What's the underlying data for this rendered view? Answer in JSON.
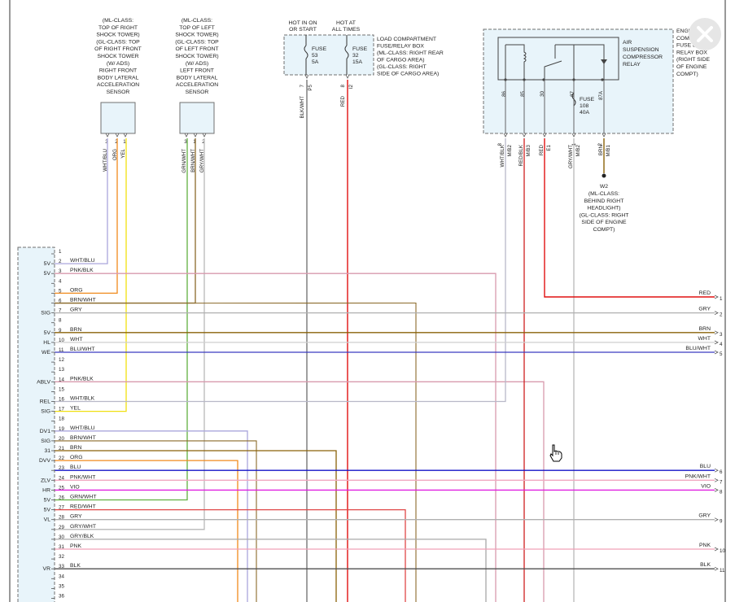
{
  "sensors": [
    {
      "lines": [
        "(ML-CLASS:",
        "TOP OF RIGHT",
        "SHOCK TOWER)",
        "(GL-CLASS: TOP",
        "OF RIGHT FRONT",
        "SHOCK TOWER",
        "(W/ ADS)",
        "RIGHT FRONT",
        "BODY LATERAL",
        "ACCELERATION",
        "SENSOR"
      ],
      "pins": [
        "3",
        "2",
        "1"
      ],
      "wires": [
        "WHT/BLU",
        "ORG",
        "YEL"
      ]
    },
    {
      "lines": [
        "(ML-CLASS:",
        "TOP OF LEFT",
        "SHOCK TOWER)",
        "(GL-CLASS: TOP",
        "OF LEFT FRONT",
        "SHOCK TOWER)",
        "(W/ ADS)",
        "LEFT FRONT",
        "BODY LATERAL",
        "ACCELERATION",
        "SENSOR"
      ],
      "pins": [
        "3",
        "1",
        "2"
      ],
      "wires": [
        "GRN/WHT",
        "BRN/WHT",
        "GRY/WHT"
      ]
    }
  ],
  "fusebox": {
    "hot_run": [
      "HOT IN ON",
      "OR START"
    ],
    "hot_all": [
      "HOT AT",
      "ALL TIMES"
    ],
    "fuse_a": [
      "FUSE",
      "53",
      "5A"
    ],
    "fuse_b": [
      "FUSE",
      "32",
      "15A"
    ],
    "description": [
      "LOAD COMPARTMENT",
      "FUSE/RELAY BOX",
      "(ML-CLASS: RIGHT REAR",
      "OF CARGO AREA)",
      "(GL-CLASS: RIGHT",
      "SIDE OF CARGO AREA)"
    ],
    "pins": [
      "7",
      "8"
    ],
    "pin_ids": [
      "P5",
      "I2"
    ],
    "wires": [
      "BLK/WHT",
      "RED"
    ]
  },
  "relaybox": {
    "relay": [
      "AIR",
      "SUSPENSION",
      "COMPRESSOR",
      "RELAY"
    ],
    "box": [
      "ENGINE",
      "COMPARTMENT",
      "FUSE &",
      "RELAY BOX",
      "(RIGHT SIDE",
      "OF ENGINE",
      "COMPT)"
    ],
    "terminals": [
      "86",
      "85",
      "30",
      "87",
      "87A"
    ],
    "fuse": [
      "FUSE",
      "108",
      "40A"
    ],
    "pins": [
      "8",
      "",
      "",
      "",
      "1",
      "2"
    ],
    "pin_ids": [
      "M/B2",
      "M/B3",
      "E1",
      "M/B2",
      "M/B1"
    ],
    "wires": [
      "WHT/BLK",
      "RED/BLK",
      "RED",
      "GRY/WHT",
      "BRN"
    ]
  },
  "ground": {
    "id": "W2",
    "lines": [
      "(ML-CLASS:",
      "BEHIND RIGHT",
      "HEADLIGHT)",
      "(GL-CLASS: RIGHT",
      "SIDE OF ENGINE",
      "COMPT)"
    ]
  },
  "module": {
    "rows": [
      {
        "pin": "1",
        "func": "",
        "wire": ""
      },
      {
        "pin": "2",
        "func": "5V",
        "wire": "WHT/BLU"
      },
      {
        "pin": "3",
        "func": "5V",
        "wire": "PNK/BLK"
      },
      {
        "pin": "4",
        "func": "",
        "wire": ""
      },
      {
        "pin": "5",
        "func": "",
        "wire": "ORG"
      },
      {
        "pin": "6",
        "func": "",
        "wire": "BRN/WHT"
      },
      {
        "pin": "7",
        "func": "SIG",
        "wire": "GRY"
      },
      {
        "pin": "8",
        "func": "",
        "wire": ""
      },
      {
        "pin": "9",
        "func": "5V",
        "wire": "BRN"
      },
      {
        "pin": "10",
        "func": "HL",
        "wire": "WHT"
      },
      {
        "pin": "11",
        "func": "WE",
        "wire": "BLU/WHT"
      },
      {
        "pin": "12",
        "func": "",
        "wire": ""
      },
      {
        "pin": "13",
        "func": "",
        "wire": ""
      },
      {
        "pin": "14",
        "func": "ABLV",
        "wire": "PNK/BLK"
      },
      {
        "pin": "15",
        "func": "",
        "wire": ""
      },
      {
        "pin": "16",
        "func": "REL",
        "wire": "WHT/BLK"
      },
      {
        "pin": "17",
        "func": "SIG",
        "wire": "YEL"
      },
      {
        "pin": "18",
        "func": "",
        "wire": ""
      },
      {
        "pin": "19",
        "func": "DV1",
        "wire": "WHT/BLU"
      },
      {
        "pin": "20",
        "func": "SIG",
        "wire": "BRN/WHT"
      },
      {
        "pin": "21",
        "func": "31",
        "wire": "BRN"
      },
      {
        "pin": "22",
        "func": "DVV",
        "wire": "ORG"
      },
      {
        "pin": "23",
        "func": "",
        "wire": "BLU"
      },
      {
        "pin": "24",
        "func": "ZLV",
        "wire": "PNK/WHT"
      },
      {
        "pin": "25",
        "func": "HR",
        "wire": "VIO"
      },
      {
        "pin": "26",
        "func": "5V",
        "wire": "GRN/WHT"
      },
      {
        "pin": "27",
        "func": "5V",
        "wire": "RED/WHT"
      },
      {
        "pin": "28",
        "func": "VL",
        "wire": "GRY"
      },
      {
        "pin": "29",
        "func": "",
        "wire": "GRY/WHT"
      },
      {
        "pin": "30",
        "func": "",
        "wire": "GRY/BLK"
      },
      {
        "pin": "31",
        "func": "",
        "wire": "PNK"
      },
      {
        "pin": "32",
        "func": "",
        "wire": ""
      },
      {
        "pin": "33",
        "func": "VR",
        "wire": "BLK"
      },
      {
        "pin": "34",
        "func": "",
        "wire": ""
      },
      {
        "pin": "35",
        "func": "",
        "wire": ""
      },
      {
        "pin": "36",
        "func": "",
        "wire": ""
      }
    ]
  },
  "outputs": [
    {
      "num": "1",
      "wire": "RED"
    },
    {
      "num": "2",
      "wire": "GRY"
    },
    {
      "num": "3",
      "wire": "BRN"
    },
    {
      "num": "4",
      "wire": "WHT"
    },
    {
      "num": "5",
      "wire": "BLU/WHT"
    },
    {
      "num": "6",
      "wire": "BLU"
    },
    {
      "num": "7",
      "wire": "PNK/WHT"
    },
    {
      "num": "8",
      "wire": "VIO"
    },
    {
      "num": "9",
      "wire": "GRY"
    },
    {
      "num": "10",
      "wire": "PNK"
    },
    {
      "num": "11",
      "wire": "BLK"
    }
  ],
  "colors": {
    "WHT/BLU": "#aaa6dc",
    "PNK/BLK": "#d89aae",
    "ORG": "#f08a1c",
    "BRN/WHT": "#8b6a2a",
    "GRY": "#b0b0b0",
    "BRN": "#8a6208",
    "WHT": "#cfcfcf",
    "BLU/WHT": "#3a3ac0",
    "WHT/BLK": "#b8b8c8",
    "YEL": "#f0e010",
    "BLU": "#1515c8",
    "PNK/WHT": "#f0a8c0",
    "VIO": "#e020e0",
    "GRN/WHT": "#60b040",
    "RED/WHT": "#e04848",
    "GRY/WHT": "#b8b8b8",
    "GRY/BLK": "#a8a8a8",
    "PNK": "#f0a0b8",
    "BLK": "#505050",
    "RED": "#e01010",
    "RED/BLK": "#d02020",
    "BLK/WHT": "#606060",
    "box_fill": "#e8f4fa",
    "box_stroke": "#707070"
  }
}
